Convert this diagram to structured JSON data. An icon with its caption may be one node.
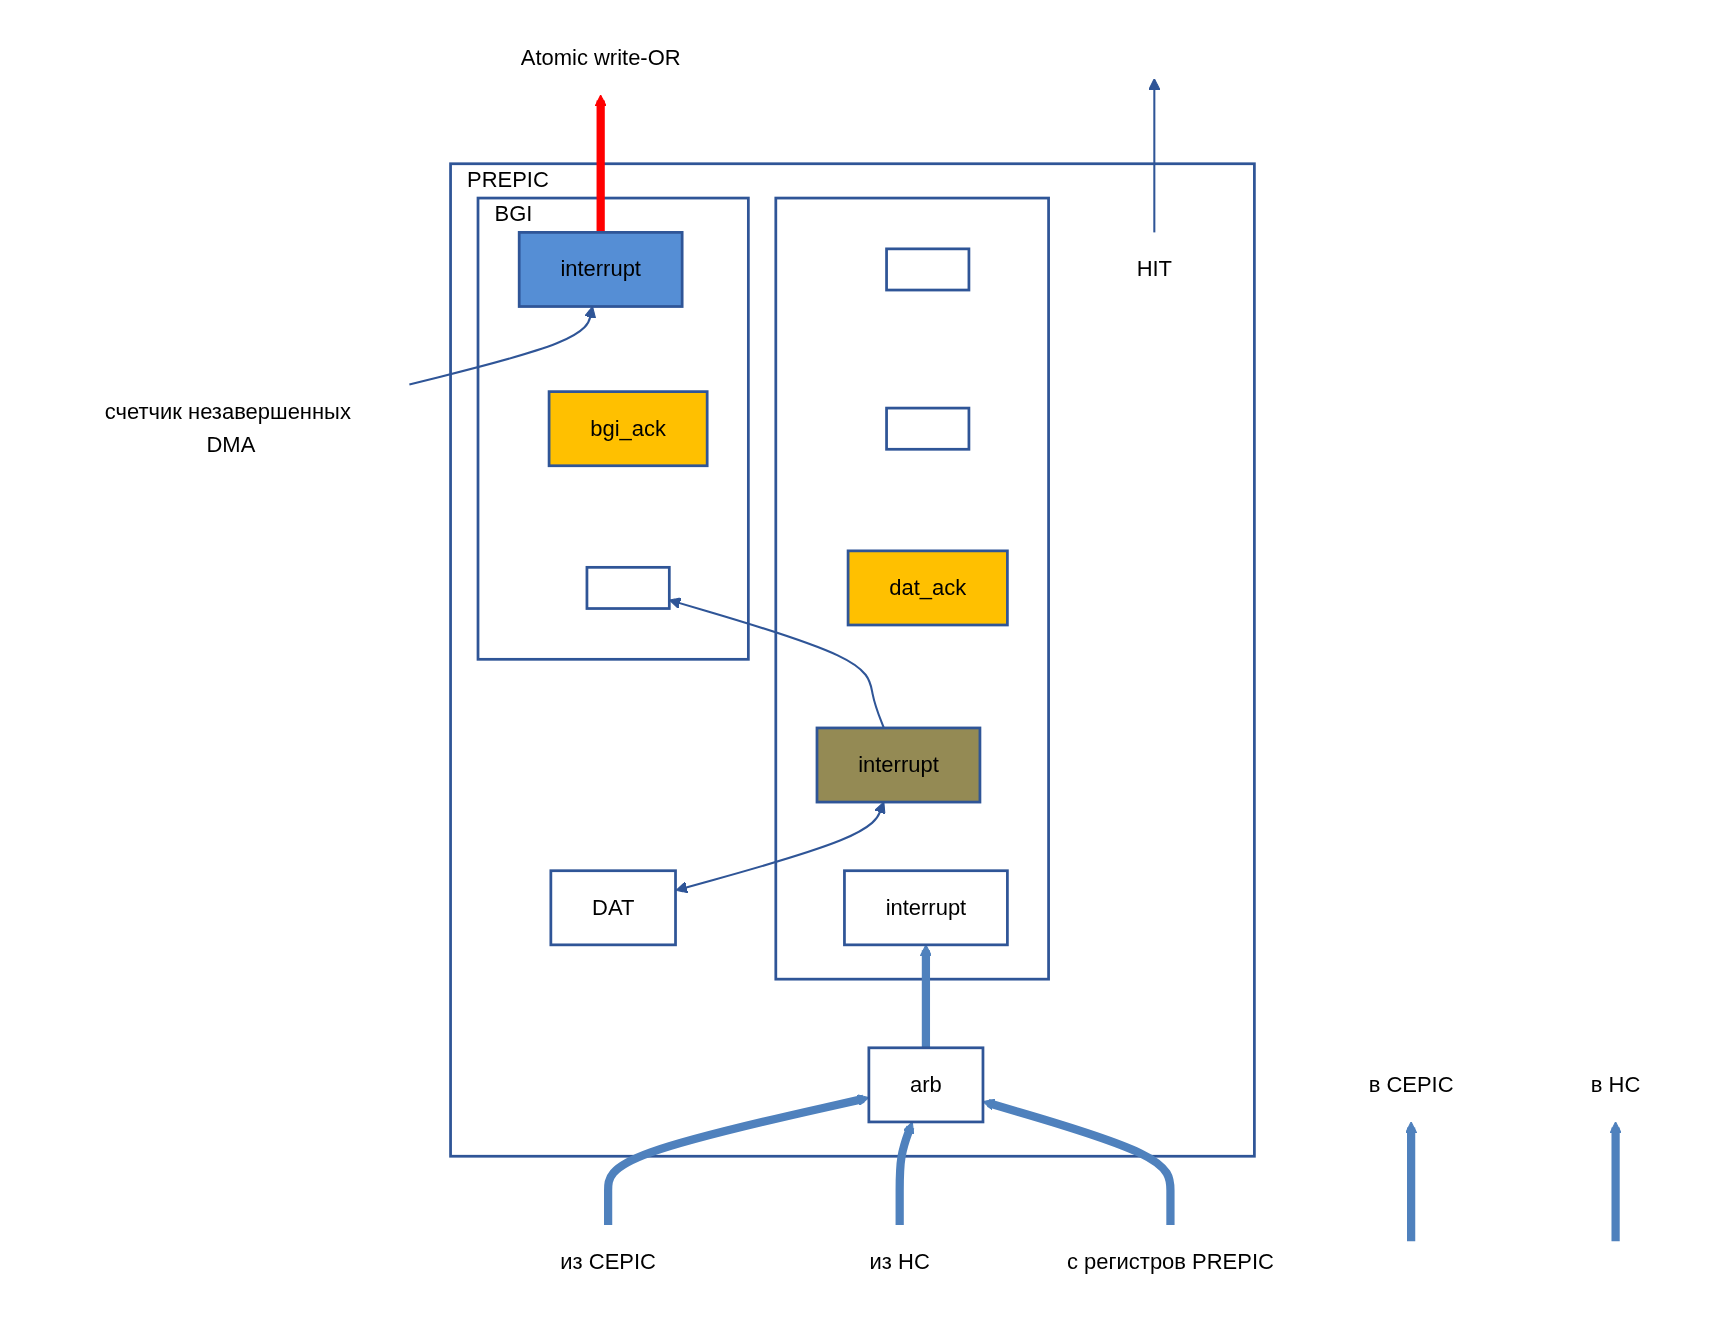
{
  "diagram": {
    "nodes": [
      {
        "text": [
          "PREPIC"
        ]
      },
      {
        "text": [
          "DAT"
        ],
        "in": 0
      },
      {
        "text": [],
        "shape": "box",
        "in": 0
      },
      {
        "text": [],
        "shape": "box",
        "in": 2
      },
      {
        "text": [],
        "shape": "box",
        "in": 2
      },
      {
        "text": [
          "dat_ack"
        ],
        "in": 2
      },
      {
        "text": [
          "interrupt"
        ],
        "in": 2
      },
      {
        "text": [
          "interrupt"
        ],
        "in": 2
      },
      {
        "text": [
          "BGI"
        ],
        "in": 0
      },
      {
        "text": [
          "interrupt"
        ],
        "in": 8
      },
      {
        "text": [
          "bgi_ack"
        ],
        "in": 8
      },
      {
        "text": [],
        "shape": "box",
        "in": 8
      },
      {
        "text": [
          "arb"
        ],
        "in": 0
      },
      {
        "text": [
          "HIT"
        ],
        "in": 0
      },
      {
        "text": [
          "в CEPIC"
        ]
      },
      {
        "text": [
          "в НС"
        ]
      },
      {
        "text": [
          "счетчик незавершенных DMA"
        ]
      },
      {
        "text": [
          "Atomic write-OR"
        ]
      },
      {
        "text": [
          "из CEPIC"
        ]
      },
      {
        "text": [
          "из НС"
        ]
      },
      {
        "text": [
          "с регистров PREPIC"
        ]
      }
    ],
    "edges": [
      {
        "from": null,
        "to": 14,
        "arrow": "to"
      },
      {
        "from": null,
        "to": 15,
        "arrow": "to"
      },
      {
        "from": 18,
        "to": 12,
        "arrow": "to"
      },
      {
        "from": 19,
        "to": 12,
        "arrow": "to"
      },
      {
        "from": 20,
        "to": 12,
        "arrow": "to"
      },
      {
        "from": 12,
        "to": 7,
        "arrow": "to"
      },
      {
        "from": 1,
        "to": 6,
        "arrow": "both"
      },
      {
        "from": 6,
        "to": 11,
        "arrow": "to"
      },
      {
        "from": 9,
        "to": 17,
        "arrow": "to",
        "color": "#ff0000"
      },
      {
        "from": 13,
        "to": null,
        "arrow": "to"
      },
      {
        "from": 16,
        "to": 9,
        "arrow": "to"
      }
    ]
  }
}
